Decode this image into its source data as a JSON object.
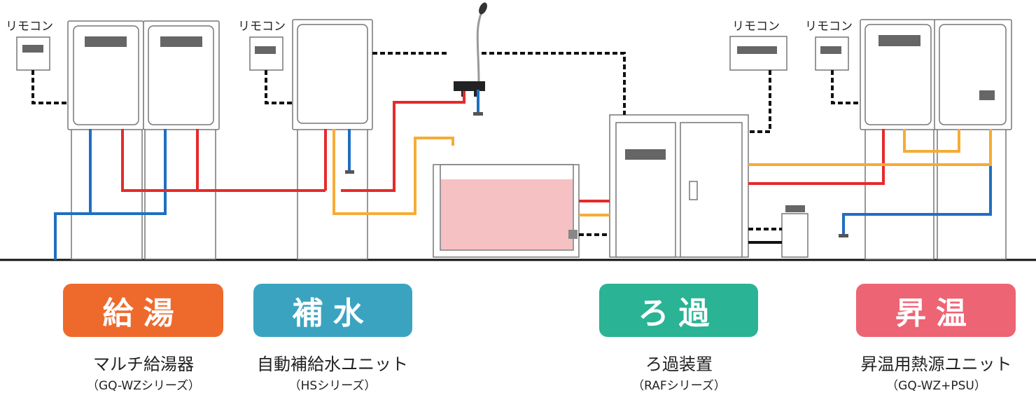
{
  "remote_label": "リモコン",
  "colors": {
    "hot": "#e52a2a",
    "cold": "#1f6fc0",
    "warm": "#f5ac36",
    "signal": "#111111",
    "tank_fill": "#f6c1c3",
    "badge_kyuto": "#ee6a2c",
    "badge_hosui": "#3aa4c0",
    "badge_roka": "#2ab394",
    "badge_shoon": "#ed6474"
  },
  "sections": [
    {
      "badge": "給湯",
      "title": "マルチ給湯器",
      "subtitle": "（GQ-WZシリーズ）"
    },
    {
      "badge": "補水",
      "title": "自動補給水ユニット",
      "subtitle": "（HSシリーズ）"
    },
    {
      "badge": "ろ過",
      "title": "ろ過装置",
      "subtitle": "（RAFシリーズ）"
    },
    {
      "badge": "昇温",
      "title": "昇温用熱源ユニット",
      "subtitle": "（GQ-WZ+PSU）"
    }
  ]
}
